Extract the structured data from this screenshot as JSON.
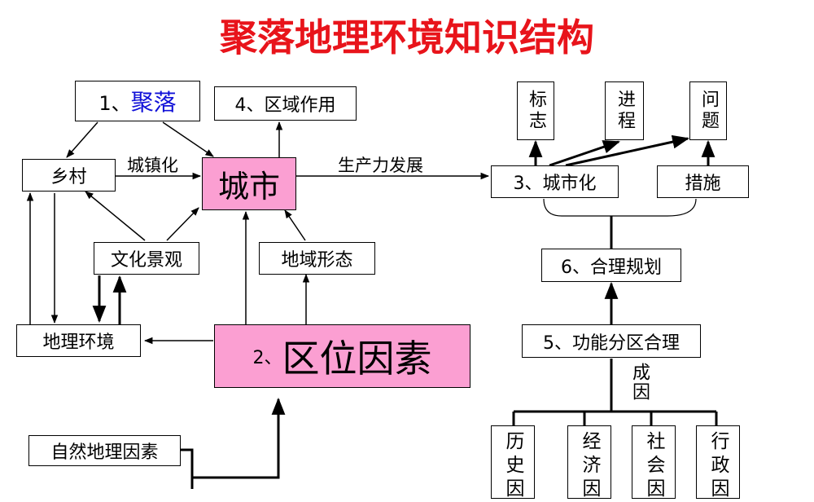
{
  "title": "聚落地理环境知识结构",
  "nodes": {
    "settlement_num": "1、",
    "settlement": "聚落",
    "regional_role": "4、区域作用",
    "village": "乡村",
    "city": "城市",
    "culture_landscape": "文化景观",
    "regional_form": "地域形态",
    "geo_env": "地理环境",
    "location_num": "2、",
    "location": "区位因素",
    "natural_factors": "自然地理因素",
    "urbanization": "3、城市化",
    "measures": "措施",
    "sign": "标志",
    "process": "进程",
    "problems": "问题",
    "planning": "6、合理规划",
    "zoning": "5、功能分区合理",
    "cause": "成因",
    "history": "历史因",
    "economy": "经济因",
    "society": "社会因",
    "admin": "行政因"
  },
  "edge_labels": {
    "urbanize_town": "城镇化",
    "productivity": "生产力发展"
  }
}
